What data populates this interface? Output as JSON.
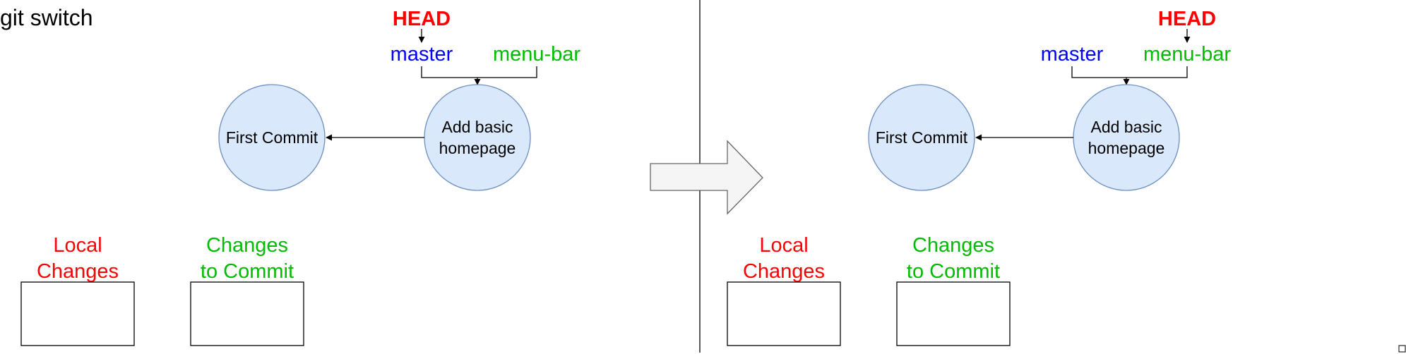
{
  "title": "git switch",
  "colors": {
    "head": "#ff0000",
    "master": "#0000ff",
    "menu_bar": "#00bb00",
    "local_changes": "#ff0000",
    "changes_to_commit": "#00bb00",
    "commit_fill": "#dae8fc",
    "commit_stroke": "#6c8ebf",
    "arrow_fill": "#f5f5f5",
    "arrow_stroke": "#666666"
  },
  "before": {
    "head": "HEAD",
    "branch_master": "master",
    "branch_menu_bar": "menu-bar",
    "commit_first": "First Commit",
    "commit_second_line1": "Add basic",
    "commit_second_line2": "homepage",
    "local_changes_line1": "Local",
    "local_changes_line2": "Changes",
    "changes_to_commit_line1": "Changes",
    "changes_to_commit_line2": "to Commit"
  },
  "after": {
    "head": "HEAD",
    "branch_master": "master",
    "branch_menu_bar": "menu-bar",
    "commit_first": "First Commit",
    "commit_second_line1": "Add basic",
    "commit_second_line2": "homepage",
    "local_changes_line1": "Local",
    "local_changes_line2": "Changes",
    "changes_to_commit_line1": "Changes",
    "changes_to_commit_line2": "to Commit"
  },
  "transition_icon": "right-arrow-icon"
}
